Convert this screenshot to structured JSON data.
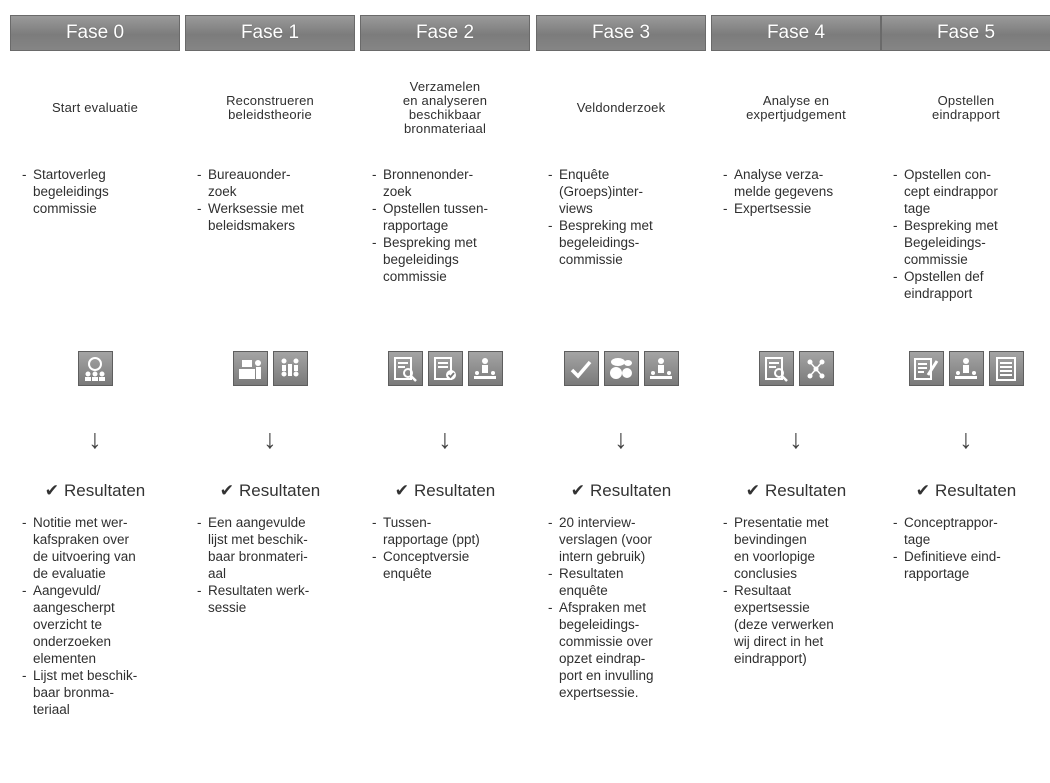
{
  "phases": [
    {
      "header": "Fase 0",
      "title": "Start evaluatie",
      "tasks": [
        "Startoverleg\nbegeleidings\ncommissie"
      ],
      "icons": [
        "group-meeting-icon"
      ],
      "arrow": "↓",
      "results_label": "Resultaten",
      "results": [
        "Notitie met wer-\nkafspraken over\nde uitvoering van\nde evaluatie",
        "Aangevuld/\naangescherpt\noverzicht te\nonderzoeken\nelementen",
        "Lijst met beschik-\nbaar bronma-\nteriaal"
      ]
    },
    {
      "header": "Fase 1",
      "title": "Reconstrueren\nbeleidstheorie",
      "tasks": [
        "Bureauonder-\nzoek",
        "Werksessie met\nbeleidsmakers"
      ],
      "icons": [
        "desk-research-icon",
        "workshop-icon"
      ],
      "arrow": "↓",
      "results_label": "Resultaten",
      "results": [
        "Een aangevulde\nlijst met beschik-\nbaar bronmateri-\naal",
        "Resultaten werk-\nsessie"
      ]
    },
    {
      "header": "Fase 2",
      "title": "Verzamelen\nen analyseren\nbeschikbaar\nbronmateriaal",
      "tasks": [
        "Bronnenonder-\nzoek",
        "Opstellen tussen-\nrapportage",
        "Bespreking met\nbegeleidings\ncommissie"
      ],
      "icons": [
        "document-search-icon",
        "document-check-icon",
        "presentation-icon"
      ],
      "arrow": "↓",
      "results_label": "Resultaten",
      "results": [
        "Tussen-\nrapportage (ppt)",
        "Conceptversie\nenquête"
      ]
    },
    {
      "header": "Fase 3",
      "title": "Veldonderzoek",
      "tasks": [
        "Enquête\n(Groeps)inter-\nviews",
        "Bespreking met\nbegeleidings-\ncommissie"
      ],
      "icons": [
        "checkmark-icon",
        "interview-icon",
        "presentation-icon"
      ],
      "arrow": "↓",
      "results_label": "Resultaten",
      "results": [
        "20 interview-\nverslagen (voor\nintern gebruik)",
        "Resultaten\nenquête",
        "Afspraken met\nbegeleidings-\ncommissie over\nopzet eindrap-\nport en invulling\nexpertsessie."
      ]
    },
    {
      "header": "Fase 4",
      "title": "Analyse en\nexpertjudgement",
      "tasks": [
        "Analyse verza-\nmelde gegevens",
        "Expertsessie"
      ],
      "icons": [
        "document-search-icon",
        "network-icon"
      ],
      "arrow": "↓",
      "results_label": "Resultaten",
      "results": [
        "Presentatie met\nbevindingen\nen voorlopige\nconclusies",
        "Resultaat\nexpertsessie\n(deze verwerken\nwij direct in het\neindrapport)"
      ]
    },
    {
      "header": "Fase 5",
      "title": "Opstellen\neindrapport",
      "tasks": [
        "Opstellen con-\ncept eindrappor\ntage",
        "Bespreking met\nBegeleidings-\ncommissie",
        "Opstellen def\neindrapport"
      ],
      "icons": [
        "writing-icon",
        "presentation-icon",
        "report-icon"
      ],
      "arrow": "↓",
      "results_label": "Resultaten",
      "results": [
        "Conceptrappor-\ntage",
        "Definitieve eind-\nrapportage"
      ]
    }
  ]
}
